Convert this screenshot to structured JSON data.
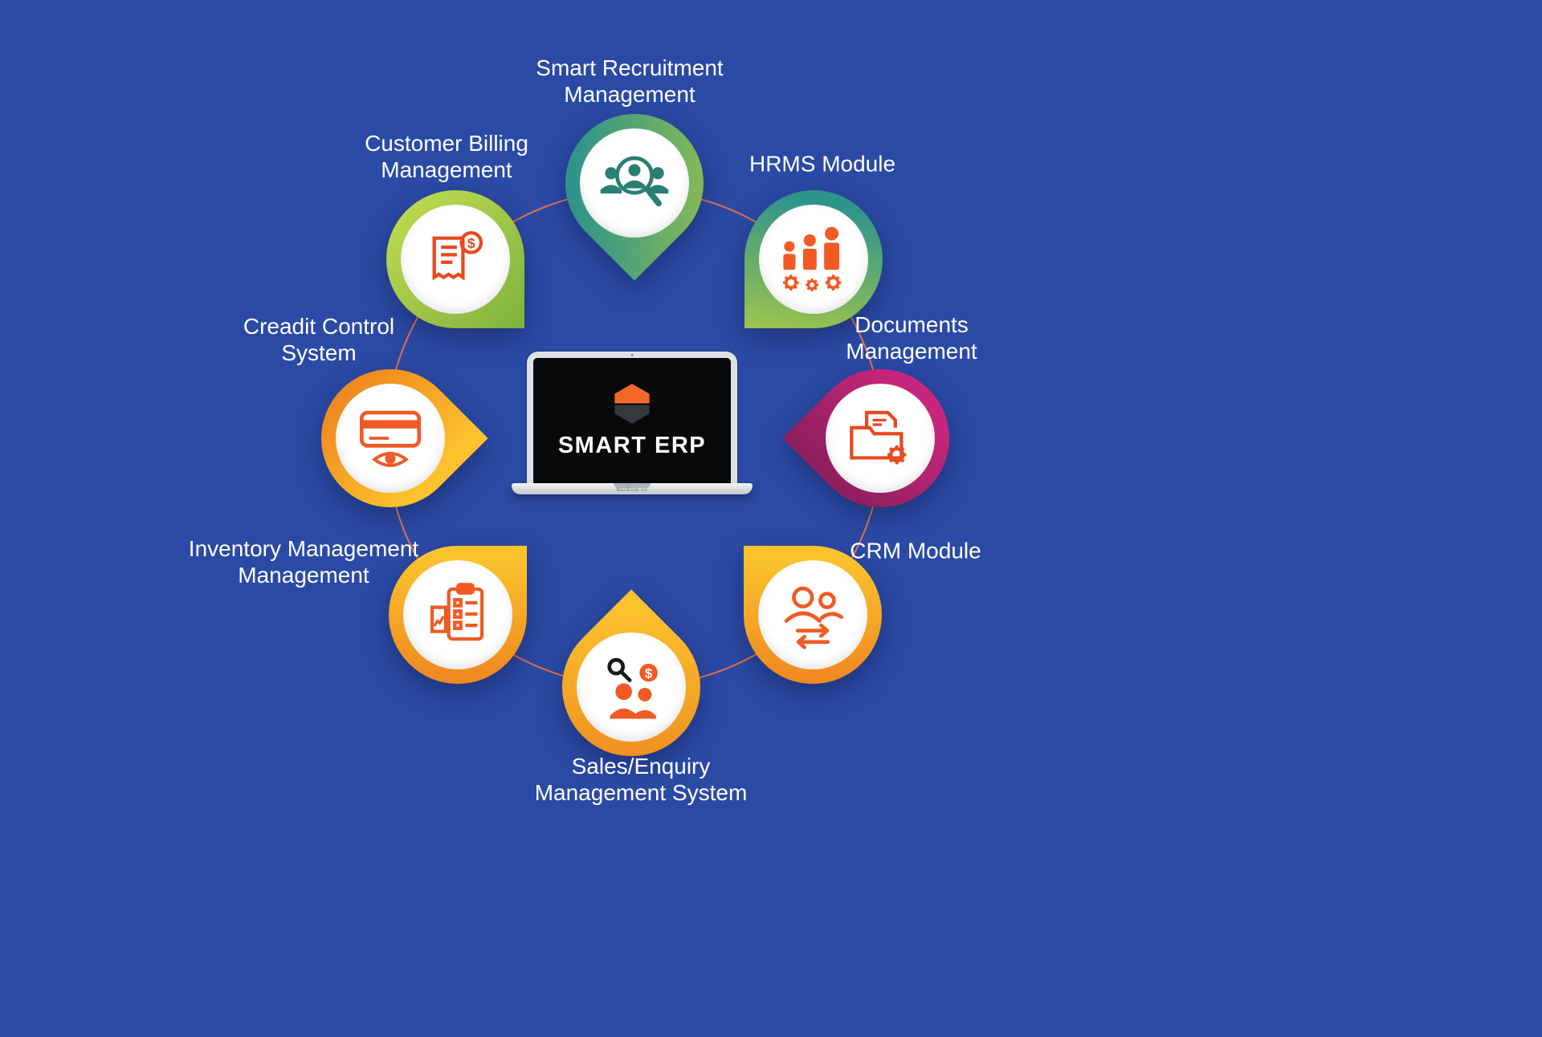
{
  "page": {
    "background_color": "#2b4aa5"
  },
  "ring_color": "#e2714e",
  "center": {
    "brand": "SMART ERP",
    "device_label": "MacBook Air",
    "logo_top_color": "#f2672a",
    "logo_bottom_color": "#34393e"
  },
  "modules": [
    {
      "id": "smart-recruitment",
      "label_lines": [
        "Smart Recruitment",
        "Management"
      ],
      "pin_gradient": "linear-gradient(45deg, #2f948a 20%, #98c14b 100%)",
      "icon": "recruitment-icon",
      "icon_color": "#2a7e73"
    },
    {
      "id": "hrms",
      "label_lines": [
        "HRMS Module"
      ],
      "pin_gradient": "linear-gradient(100deg, #2f948a 15%, #9ec54d 100%)",
      "icon": "hrms-icon",
      "icon_color": "#f15a24"
    },
    {
      "id": "documents-management",
      "label_lines": [
        "Documents",
        "Management"
      ],
      "pin_gradient": "linear-gradient(90deg, #c8267e 10%, #8f1f5d 95%)",
      "icon": "documents-icon",
      "icon_color": "#e8491f"
    },
    {
      "id": "crm",
      "label_lines": [
        "CRM Module"
      ],
      "pin_gradient": "linear-gradient(0deg, #fbc22d 10%, #ef8a20 95%)",
      "icon": "crm-icon",
      "icon_color": "#f15a24"
    },
    {
      "id": "sales-enquiry",
      "label_lines": [
        "Sales/Enquiry",
        "Management System"
      ],
      "pin_gradient": "linear-gradient(315deg, #fbc22d 10%, #ef8a20 95%)",
      "icon": "sales-icon",
      "icon_color": "#f15a24"
    },
    {
      "id": "inventory-management",
      "label_lines": [
        "Inventory Management",
        "Management"
      ],
      "pin_gradient": "linear-gradient(270deg, #fbc22d 10%, #ef8a20 95%)",
      "icon": "inventory-icon",
      "icon_color": "#f15a24"
    },
    {
      "id": "credit-control",
      "label_lines": [
        "Creadit Control",
        "System"
      ],
      "pin_gradient": "linear-gradient(180deg, #ef8a20 5%, #fbc22d 90%)",
      "icon": "credit-icon",
      "icon_color": "#f15a24"
    },
    {
      "id": "customer-billing",
      "label_lines": [
        "Customer Billing",
        "Management"
      ],
      "pin_gradient": "linear-gradient(135deg, #bcd94f 10%, #7fb23f 100%)",
      "icon": "billing-icon",
      "icon_color": "#e8491f"
    }
  ]
}
